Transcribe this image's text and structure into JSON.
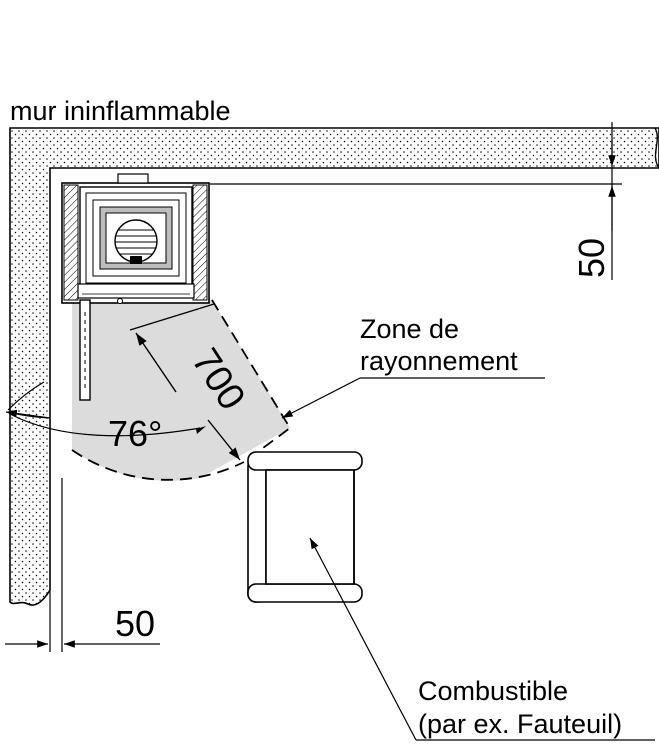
{
  "labels": {
    "wall": "mur ininflammable",
    "zone_line1": "Zone de",
    "zone_line2": "rayonnement",
    "radius": "700",
    "angle": "76°",
    "top_clearance": "50",
    "side_clearance": "50",
    "combustible_line1": "Combustible",
    "combustible_line2": "(par ex. Fauteuil)"
  }
}
